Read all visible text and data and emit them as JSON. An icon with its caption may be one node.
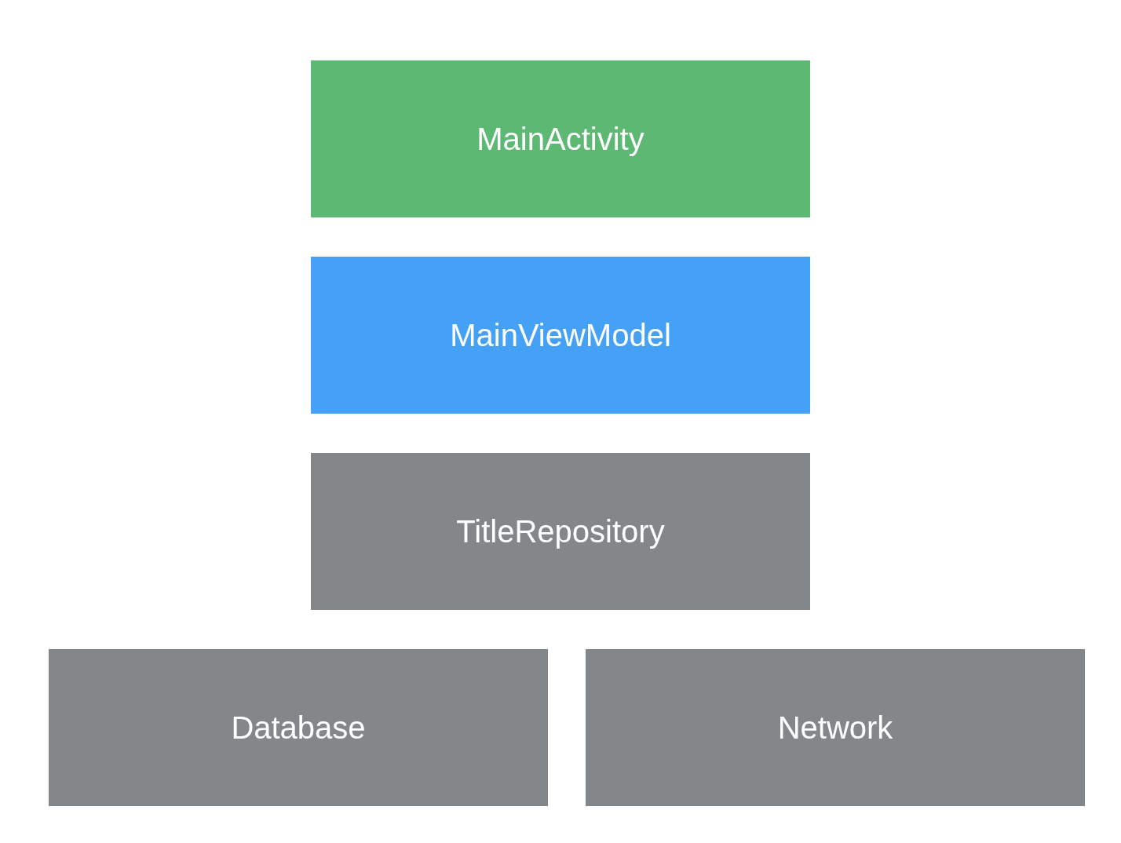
{
  "diagram": {
    "nodes": [
      {
        "text": [
          "MainActivity"
        ]
      },
      {
        "text": [
          "MainViewModel"
        ]
      },
      {
        "text": [
          "TitleRepository"
        ]
      },
      {
        "text": [
          "Database"
        ]
      },
      {
        "text": [
          "Network"
        ]
      }
    ]
  }
}
